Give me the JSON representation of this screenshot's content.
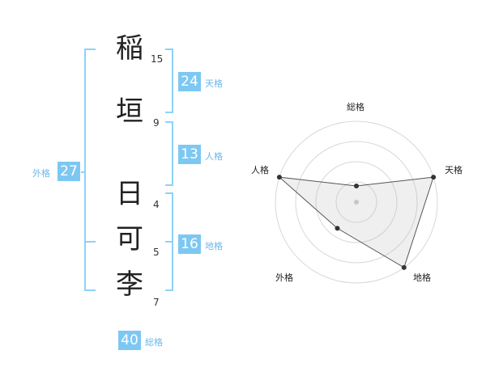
{
  "name_chars": [
    {
      "char": "稲",
      "strokes": "15"
    },
    {
      "char": "垣",
      "strokes": "9"
    },
    {
      "char": "日",
      "strokes": "4"
    },
    {
      "char": "可",
      "strokes": "5"
    },
    {
      "char": "李",
      "strokes": "7"
    }
  ],
  "fortunes": {
    "tenkaku": {
      "value": "24",
      "label": "天格"
    },
    "jinkaku": {
      "value": "13",
      "label": "人格"
    },
    "chikaku": {
      "value": "16",
      "label": "地格"
    },
    "gaikaku": {
      "value": "27",
      "label": "外格"
    },
    "soukaku": {
      "value": "40",
      "label": "総格"
    }
  },
  "colors": {
    "accent": "#7dc8f2",
    "bracket": "#8ed2f7"
  },
  "chart_data": {
    "type": "radar",
    "axes": [
      "総格",
      "天格",
      "地格",
      "外格",
      "人格"
    ],
    "values": [
      1,
      5,
      5,
      2,
      5
    ],
    "max": 5,
    "rings": 4
  }
}
